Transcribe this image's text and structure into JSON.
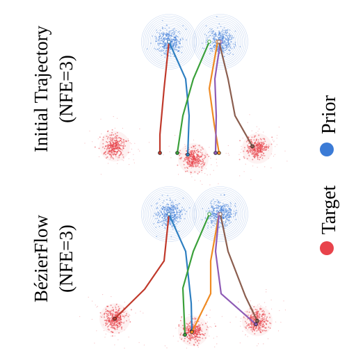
{
  "panels": [
    {
      "id": "initial",
      "title": "Initial Trajectory",
      "subtitle": "(NFE=3)",
      "trajectories": [
        {
          "color": "#c0392b",
          "points": [
            [
              0,
              0
            ],
            [
              -0.07,
              0.84
            ],
            [
              -0.13,
              1.67
            ],
            [
              -0.13,
              2.0
            ]
          ]
        },
        {
          "color": "#2e7fc1",
          "points": [
            [
              0,
              0
            ],
            [
              0.24,
              0.67
            ],
            [
              0.29,
              1.33
            ],
            [
              0.27,
              2.03
            ]
          ]
        },
        {
          "color": "#3aa03a",
          "points": [
            [
              0.58,
              0
            ],
            [
              0.35,
              0.67
            ],
            [
              0.2,
              1.33
            ],
            [
              0.12,
              2.0
            ]
          ]
        },
        {
          "color": "#ef8a22",
          "points": [
            [
              0.7,
              0
            ],
            [
              0.58,
              0.84
            ],
            [
              0.65,
              1.48
            ],
            [
              0.72,
              2.0
            ]
          ]
        },
        {
          "color": "#8e5bb5",
          "points": [
            [
              0.74,
              0
            ],
            [
              0.66,
              0.67
            ],
            [
              0.68,
              1.33
            ],
            [
              0.67,
              2.0
            ]
          ]
        },
        {
          "color": "#8b5e4f",
          "points": [
            [
              0.72,
              0
            ],
            [
              0.85,
              0.67
            ],
            [
              0.95,
              1.33
            ],
            [
              1.2,
              1.88
            ]
          ]
        }
      ]
    },
    {
      "id": "bezier",
      "title": "BézierFlow",
      "subtitle": "(NFE=3)",
      "trajectories": [
        {
          "color": "#c0392b",
          "points": [
            [
              0,
              0
            ],
            [
              -0.07,
              0.84
            ],
            [
              -0.35,
              1.35
            ],
            [
              -0.78,
              1.88
            ]
          ]
        },
        {
          "color": "#2e7fc1",
          "points": [
            [
              0,
              0
            ],
            [
              0.24,
              0.67
            ],
            [
              0.32,
              1.6
            ],
            [
              0.33,
              2.1
            ]
          ]
        },
        {
          "color": "#3aa03a",
          "points": [
            [
              0.58,
              0
            ],
            [
              0.35,
              0.67
            ],
            [
              0.2,
              1.33
            ],
            [
              0.23,
              2.17
            ]
          ]
        },
        {
          "color": "#ef8a22",
          "points": [
            [
              0.72,
              0
            ],
            [
              0.6,
              0.84
            ],
            [
              0.6,
              1.43
            ],
            [
              0.33,
              2.12
            ]
          ]
        },
        {
          "color": "#8e5bb5",
          "points": [
            [
              0.72,
              0
            ],
            [
              0.67,
              0.67
            ],
            [
              0.75,
              1.43
            ],
            [
              1.25,
              1.98
            ]
          ]
        },
        {
          "color": "#8b5e4f",
          "points": [
            [
              0.74,
              0
            ],
            [
              0.85,
              0.67
            ],
            [
              1.1,
              1.48
            ],
            [
              1.27,
              1.92
            ]
          ]
        }
      ]
    }
  ],
  "distributions": {
    "prior_centers": [
      [
        0,
        0
      ],
      [
        0.74,
        0
      ]
    ],
    "target_centers": [
      [
        -0.78,
        1.88
      ],
      [
        0.35,
        2.1
      ],
      [
        1.27,
        1.92
      ]
    ]
  },
  "legend": {
    "items": [
      {
        "label": "Prior",
        "color": "#3b7bd6"
      },
      {
        "label": "Target",
        "color": "#e8434b"
      }
    ]
  },
  "colors": {
    "prior": "#3b7bd6",
    "prior_ring": "#9ab8e6",
    "target": "#e8434b"
  }
}
